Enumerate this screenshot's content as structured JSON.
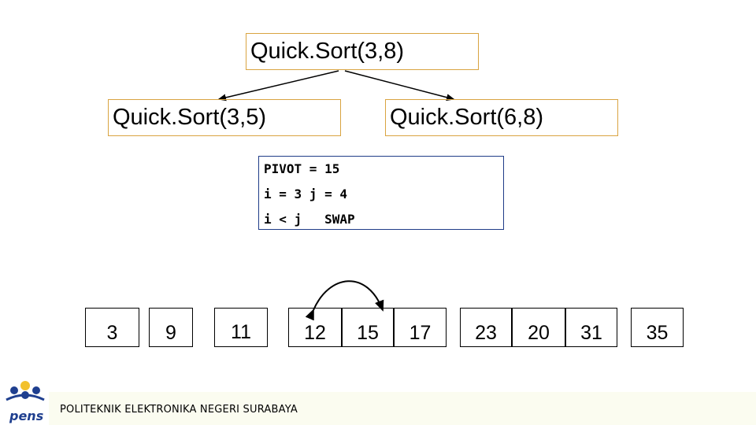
{
  "tree": {
    "root": "Quick.Sort(3,8)",
    "left": "Quick.Sort(3,5)",
    "right": "Quick.Sort(6,8)"
  },
  "info": {
    "line1": "PIVOT = 15",
    "line2": "i = 3 j = 4",
    "line3": "i < j   SWAP"
  },
  "array": {
    "cells": [
      "3",
      "9",
      "11",
      "12",
      "15",
      "17",
      "23",
      "20",
      "31",
      "35"
    ]
  },
  "footer": {
    "institution": "POLITEKNIK ELEKTRONIKA NEGERI SURABAYA",
    "logo_text": "pens"
  },
  "colors": {
    "node_border": "#d9a441",
    "info_border": "#1f3c88",
    "footer_band": "#fbfcf0",
    "logo_blue": "#1f3f8f",
    "logo_yellow": "#f2c12e"
  }
}
